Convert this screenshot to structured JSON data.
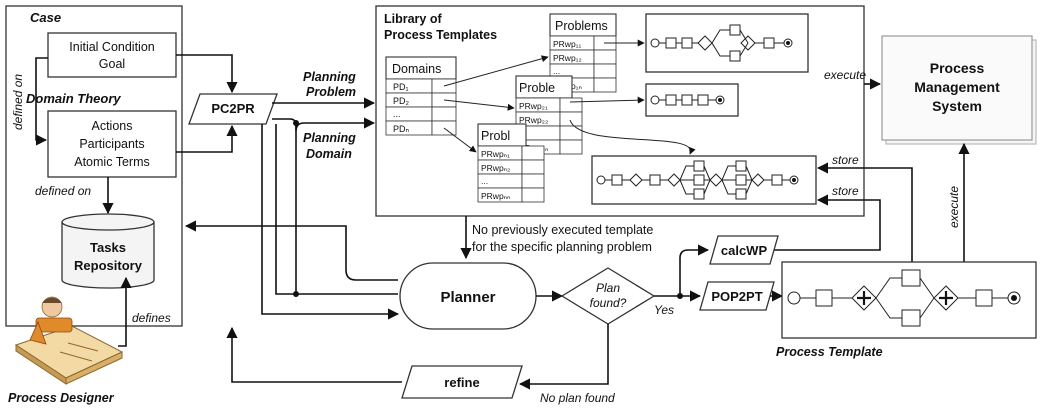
{
  "case": {
    "title": "Case",
    "line1": "Initial Condition",
    "line2": "Goal"
  },
  "domain_theory": {
    "title": "Domain Theory",
    "line1": "Actions",
    "line2": "Participants",
    "line3": "Atomic Terms"
  },
  "labels": {
    "defined_on_1": "defined on",
    "defined_on_2": "defined on",
    "defines": "defines",
    "planning_problem_1": "Planning",
    "planning_problem_2": "Problem",
    "planning_domain_1": "Planning",
    "planning_domain_2": "Domain",
    "execute_1": "execute",
    "execute_2": "execute",
    "store_1": "store",
    "store_2": "store",
    "no_prev_1": "No previously executed template",
    "no_prev_2": "for the specific planning problem",
    "yes": "Yes",
    "no_plan": "No plan found",
    "process_template": "Process Template"
  },
  "repository": {
    "line1": "Tasks",
    "line2": "Repository"
  },
  "process_designer": "Process Designer",
  "pc2pr": "PC2PR",
  "library": {
    "title1": "Library of",
    "title2": "Process Templates"
  },
  "domains_table": {
    "header": "Domains",
    "rows": [
      "PD₁",
      "PD₂",
      "...",
      "PDₙ"
    ]
  },
  "problems_tables": [
    {
      "header": "Problems",
      "rows": [
        "PRwp₁₁",
        "PRwp₁₂",
        "...",
        "PRwp₁ₙ"
      ]
    },
    {
      "header": "Proble",
      "rows": [
        "PRwp₂₁",
        "PRwp₂₂",
        "...",
        "PRwp₂ₙ"
      ]
    },
    {
      "header": "Probl",
      "rows": [
        "PRwpₙ₁",
        "PRwpₙ₂",
        "...",
        "PRwpₙₙ"
      ]
    }
  ],
  "pms": {
    "line1": "Process",
    "line2": "Management",
    "line3": "System"
  },
  "planner": "Planner",
  "plan_found": {
    "line1": "Plan",
    "line2": "found?"
  },
  "calcwp": "calcWP",
  "pop2pt": "POP2PT",
  "refine": "refine"
}
